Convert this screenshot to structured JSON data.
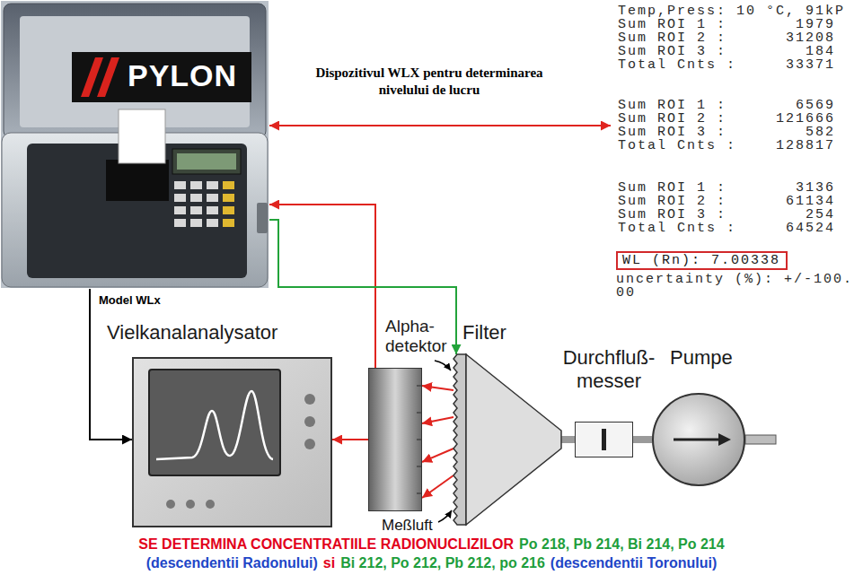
{
  "diagram": {
    "nodes": [
      {
        "text": [
          "PYLON"
        ]
      },
      {
        "text": [
          "Temp,Press: 10 °C, 91kP",
          "Sum ROI 1 :",
          "1979",
          "Sum ROI 2 :",
          "31208",
          "Sum ROI 3 :",
          "184",
          "Total Cnts :",
          "33371",
          "Sum ROI 1 :",
          "6569",
          "Sum ROI 2 :",
          "121666",
          "Sum ROI 3 :",
          "582",
          "Total Cnts :",
          "128817",
          "Sum ROI 1 :",
          "3136",
          "Sum ROI 2 :",
          "61134",
          "Sum ROI 3 :",
          "254",
          "Total Cnts :",
          "64524",
          "uncertainty (%): +/-100. 00"
        ]
      },
      {
        "text": [
          "WL (Rn): 7.00338"
        ],
        "in": 1
      },
      {
        "text": [
          "Vielkanalanalysator"
        ]
      },
      {
        "text": [
          "Alpha- detektor"
        ]
      },
      {
        "text": [
          "Filter"
        ]
      },
      {
        "text": [
          "Durchfluß- messer"
        ]
      },
      {
        "text": [
          "Pumpe"
        ]
      }
    ],
    "edges": [
      {
        "from": 0,
        "to": 1,
        "arrow": "both"
      },
      {
        "from": 0,
        "to": 3,
        "arrow": "to",
        "label": "Model WLx"
      },
      {
        "from": 4,
        "to": 0,
        "arrow": "to"
      },
      {
        "from": 0,
        "to": 5,
        "arrow": "to"
      },
      {
        "from": 4,
        "to": 3,
        "arrow": "to"
      },
      {
        "from": 5,
        "to": 4,
        "arrow": "to"
      },
      {
        "from": 5,
        "to": 4,
        "arrow": "to"
      },
      {
        "from": 5,
        "to": 4,
        "arrow": "to"
      },
      {
        "from": 5,
        "to": 4,
        "arrow": "to"
      },
      {
        "from": 5,
        "to": 6,
        "arrow": "none"
      },
      {
        "from": 6,
        "to": 7,
        "arrow": "none"
      }
    ],
    "labels": [
      "Dispozitivul WLX pentru determinarea nivelului de lucru",
      "Meßluft",
      "SE DETERMINA CONCENTRATIILE RADIONUCLIZILOR",
      "Po 218, Pb 214, Bi 214, Po 214",
      "(descendentii Radonului)",
      "si",
      "Bi 212, Po 212, Pb 212, po 216",
      "(descendentii Toronului)"
    ]
  }
}
